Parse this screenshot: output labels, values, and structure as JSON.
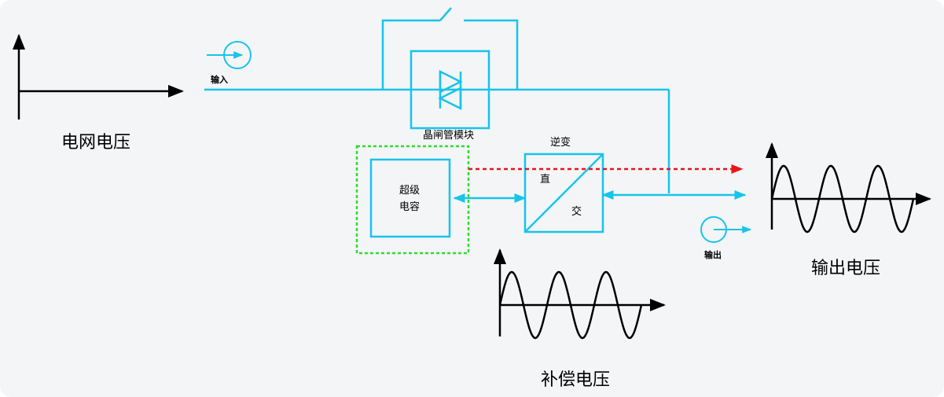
{
  "labels": {
    "grid_voltage": "电网电压",
    "output_voltage": "输出电压",
    "comp_voltage": "补偿电压",
    "input": "输入",
    "output": "输出",
    "thyristor": "晶闸管模块",
    "inverter": "逆变",
    "supercap_line1": "超级",
    "supercap_line2": "电容",
    "dc": "直",
    "ac": "交"
  },
  "colors": {
    "background": "#f4f5f7",
    "wire": "#17c4ea",
    "dashed_box": "#2fdc2f",
    "red_arrow": "#e8151b",
    "axis": "#000000"
  },
  "icons": [
    "input-circle-arrow-icon",
    "output-circle-arrow-icon",
    "thyristor-symbol-icon",
    "switch-icon"
  ]
}
